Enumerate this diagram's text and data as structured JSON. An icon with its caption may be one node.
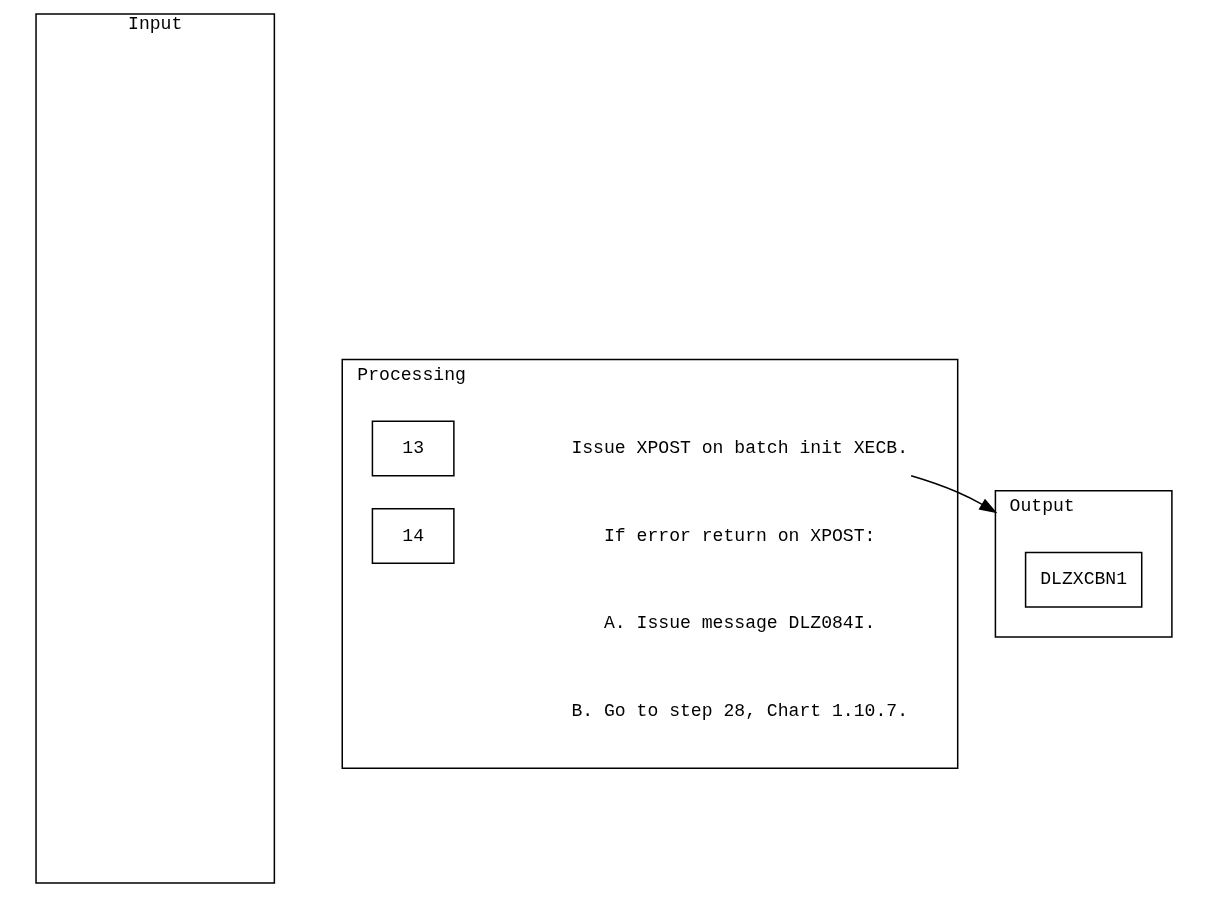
{
  "diagram": {
    "nodes": [
      {
        "text": [
          "Input"
        ]
      },
      {
        "text": [
          "Processing"
        ]
      },
      {
        "text": [
          "Output"
        ]
      },
      {
        "text": [
          "13"
        ],
        "in": 1
      },
      {
        "text": [
          "Issue XPOST on batch init XECB."
        ],
        "in": 1
      },
      {
        "text": [
          "14"
        ],
        "in": 1
      },
      {
        "text": [
          "If error return on XPOST:"
        ],
        "in": 1
      },
      {
        "text": [
          "A. Issue message DLZ084I."
        ],
        "in": 1
      },
      {
        "text": [
          "B. Go to step 28, Chart 1.10.7."
        ],
        "in": 1
      },
      {
        "text": [
          "DLZXCBN1"
        ],
        "in": 2
      }
    ],
    "edges": [
      {
        "from": 4,
        "to": 2,
        "arrow": "to"
      }
    ]
  }
}
